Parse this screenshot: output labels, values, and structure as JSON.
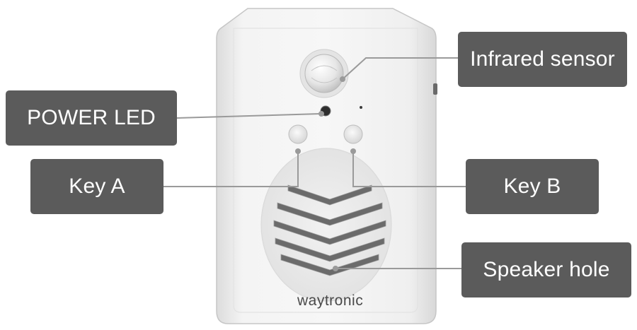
{
  "labels": {
    "infrared_sensor": "Infrared sensor",
    "power_led": "POWER LED",
    "key_a": "Key A",
    "key_b": "Key B",
    "speaker_hole": "Speaker hole"
  },
  "device": {
    "brand": "waytronic"
  },
  "colors": {
    "callout_bg": "#5b5b5b",
    "callout_text": "#ffffff",
    "leader_line": "#9a9a9a",
    "device_body": "#eeeeee",
    "device_outline": "#c9c9c9"
  }
}
